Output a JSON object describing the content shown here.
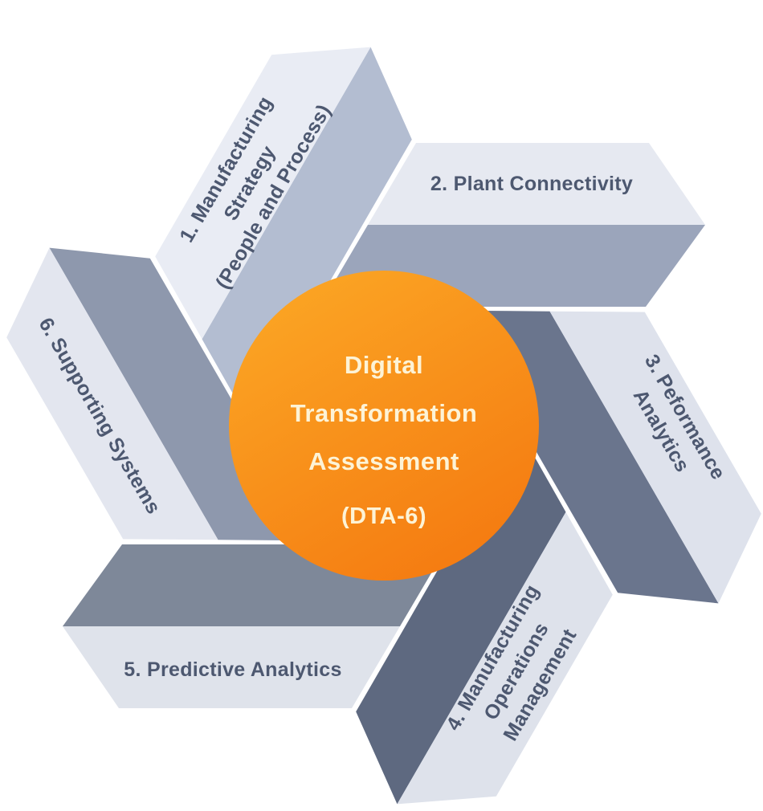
{
  "diagram": {
    "title": "Digital Transformation Assessment (DTA-6)",
    "center": {
      "lines": [
        "Digital",
        "Transformation",
        "Assessment",
        "(DTA-6)"
      ],
      "gradient_top": "#fcaa26",
      "gradient_bottom": "#f57d12",
      "text_color": "#fdf3d6"
    },
    "label_color": "#4d5870",
    "arms": [
      {
        "id": "1",
        "label": "1. Manufacturing Strategy (People and Process)",
        "lines": [
          "1. Manufacturing",
          "Strategy",
          "(People and Process)"
        ],
        "face_color": "#e9ecf4",
        "side_color": "#b3bdd1"
      },
      {
        "id": "2",
        "label": "2. Plant Connectivity",
        "lines": [
          "2. Plant Connectivity"
        ],
        "face_color": "#e6e9f1",
        "side_color": "#9ba5bb"
      },
      {
        "id": "3",
        "label": "3. Peformance Analytics",
        "lines": [
          "3. Peformance",
          "Analytics"
        ],
        "face_color": "#dee2ec",
        "side_color": "#6a758d"
      },
      {
        "id": "4",
        "label": "4. Manufacturing Operations Management",
        "lines": [
          "4. Manufacturing",
          "Operations",
          "Management"
        ],
        "face_color": "#dee2eb",
        "side_color": "#5e6980"
      },
      {
        "id": "5",
        "label": "5. Predictive Analytics",
        "lines": [
          "5. Predictive Analytics"
        ],
        "face_color": "#dfe3eb",
        "side_color": "#7e8899"
      },
      {
        "id": "6",
        "label": "6. Supporting Systems",
        "lines": [
          "6. Supporting Systems"
        ],
        "face_color": "#e3e6ef",
        "side_color": "#8e98ad"
      }
    ]
  }
}
